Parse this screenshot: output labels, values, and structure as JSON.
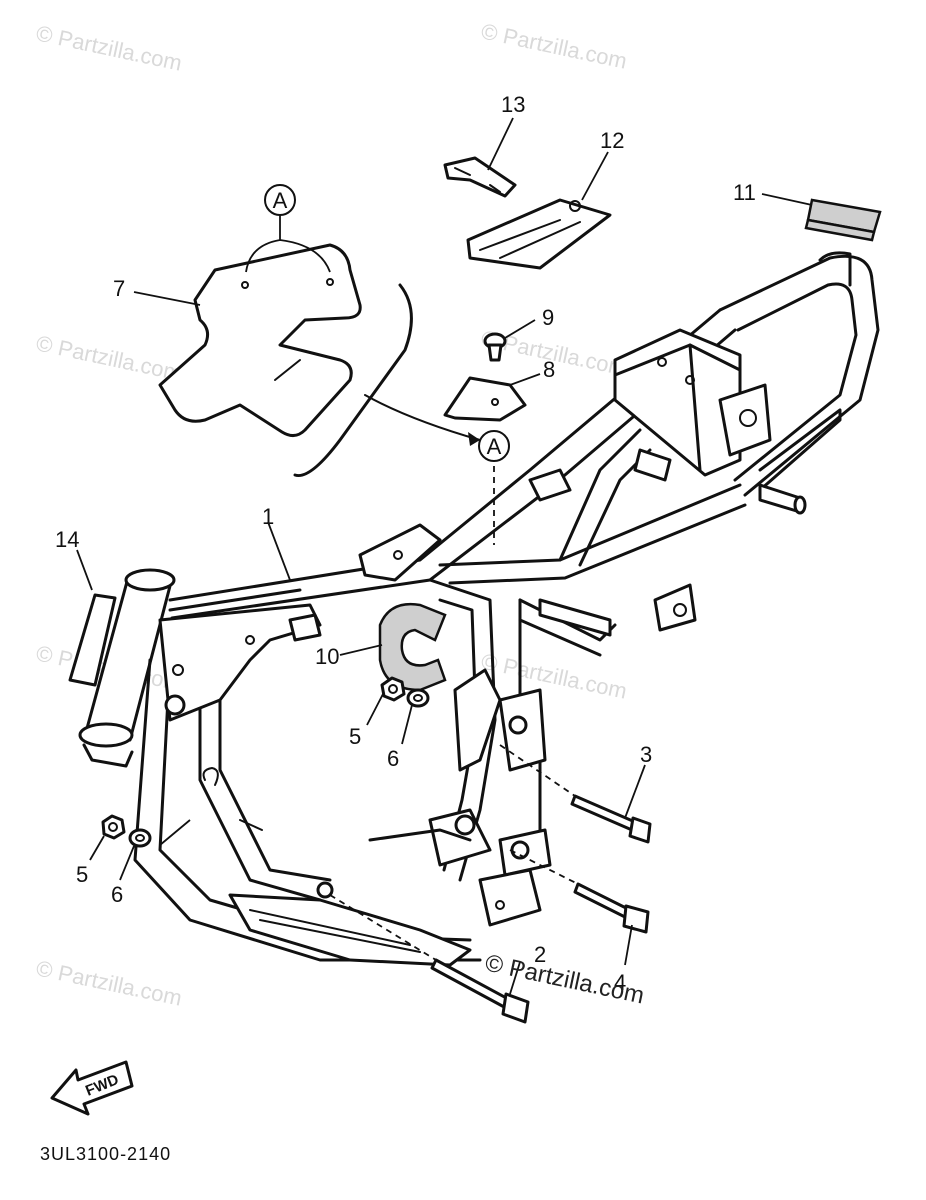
{
  "watermarks": {
    "faint": "© Partzilla.com",
    "main": "© Partzilla.com"
  },
  "callouts": {
    "p1": "1",
    "p2": "2",
    "p3": "3",
    "p4": "4",
    "p5a": "5",
    "p5b": "5",
    "p6a": "6",
    "p6b": "6",
    "p7": "7",
    "p8": "8",
    "p9": "9",
    "p10": "10",
    "p11": "11",
    "p12": "12",
    "p13": "13",
    "p14": "14",
    "refA1": "A",
    "refA2": "A"
  },
  "direction": {
    "label": "FWD"
  },
  "diagram_code": "3UL3100-2140",
  "colors": {
    "line": "#111111",
    "watermark": "#d9d9d9",
    "sponge": "#cfcfcf"
  }
}
